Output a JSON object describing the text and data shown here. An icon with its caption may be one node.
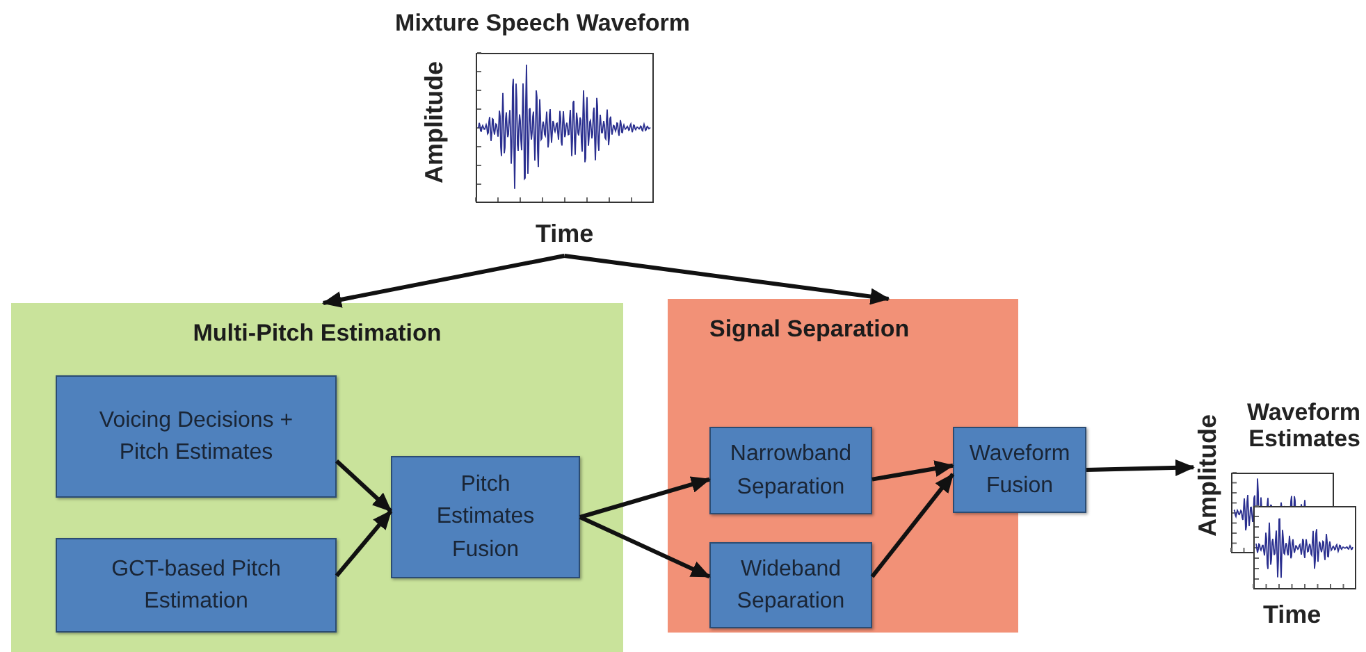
{
  "diagram": {
    "nodes": [
      {
        "text": [
          "Mixture Speech Waveform"
        ],
        "beside": [
          "Amplitude",
          "Time"
        ]
      },
      {
        "text": [
          "Multi-Pitch Estimation"
        ]
      },
      {
        "text": [
          "Voicing Decisions + Pitch Estimates"
        ],
        "in": 1
      },
      {
        "text": [
          "GCT-based Pitch Estimation"
        ],
        "in": 1
      },
      {
        "text": [
          "Pitch Estimates Fusion"
        ],
        "in": 1
      },
      {
        "text": [
          "Signal Separation"
        ]
      },
      {
        "text": [
          "Narrowband Separation"
        ],
        "in": 5
      },
      {
        "text": [
          "Wideband Separation"
        ],
        "in": 5
      },
      {
        "text": [
          "Waveform Fusion"
        ]
      },
      {
        "text": [
          "Waveform Estimates"
        ],
        "beside": [
          "Amplitude",
          "Time"
        ]
      }
    ],
    "edges": [
      {
        "from": 0,
        "to": 1,
        "arrow": "to"
      },
      {
        "from": 0,
        "to": 5,
        "arrow": "to"
      },
      {
        "from": 2,
        "to": 4,
        "arrow": "to"
      },
      {
        "from": 3,
        "to": 4,
        "arrow": "to"
      },
      {
        "from": 4,
        "to": 6,
        "arrow": "to"
      },
      {
        "from": 4,
        "to": 7,
        "arrow": "to"
      },
      {
        "from": 6,
        "to": 8,
        "arrow": "to"
      },
      {
        "from": 7,
        "to": 8,
        "arrow": "to"
      },
      {
        "from": 8,
        "to": 9,
        "arrow": "to"
      }
    ]
  }
}
